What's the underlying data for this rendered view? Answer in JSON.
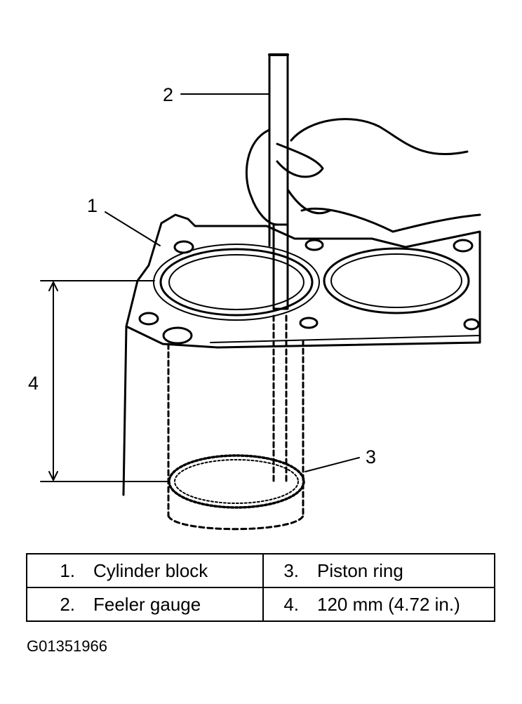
{
  "callouts": {
    "c1": "1",
    "c2": "2",
    "c3": "3",
    "c4": "4"
  },
  "legend": [
    {
      "num": "1.",
      "text": "Cylinder block"
    },
    {
      "num": "3.",
      "text": "Piston ring"
    },
    {
      "num": "2.",
      "text": "Feeler gauge"
    },
    {
      "num": "4.",
      "text": "120 mm (4.72 in.)"
    }
  ],
  "figure_code": "G01351966"
}
